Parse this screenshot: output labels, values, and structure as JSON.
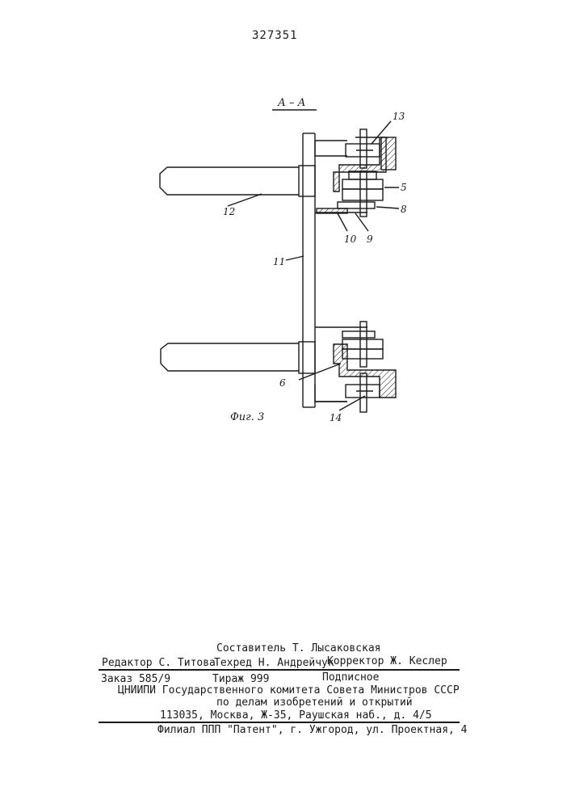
{
  "patent_number": "327351",
  "figure": {
    "section_label": "А – А",
    "caption": "Фиг. 3",
    "part_labels": {
      "p13": "13",
      "p5": "5",
      "p8": "8",
      "p12": "12",
      "p10": "10",
      "p9": "9",
      "p11": "11",
      "p6": "6",
      "p14": "14"
    }
  },
  "imprint": {
    "composer": "Составитель Т. Лысаковская",
    "editor": "Редактор С. Титова",
    "techred": "Техред Н. Андрейчук",
    "corrector": "Корректор Ж. Кеслер",
    "order": "Заказ 585/9",
    "circulation": "Тираж 999",
    "subscription": "Подписное",
    "org_line1": "ЦНИИПИ Государственного комитета Совета Министров СССР",
    "org_line2": "по делам изобретений и открытий",
    "address": "113035, Москва, Ж-35, Раушская наб., д. 4/5",
    "branch": "Филиал ППП \"Патент\", г. Ужгород, ул. Проектная, 4"
  }
}
